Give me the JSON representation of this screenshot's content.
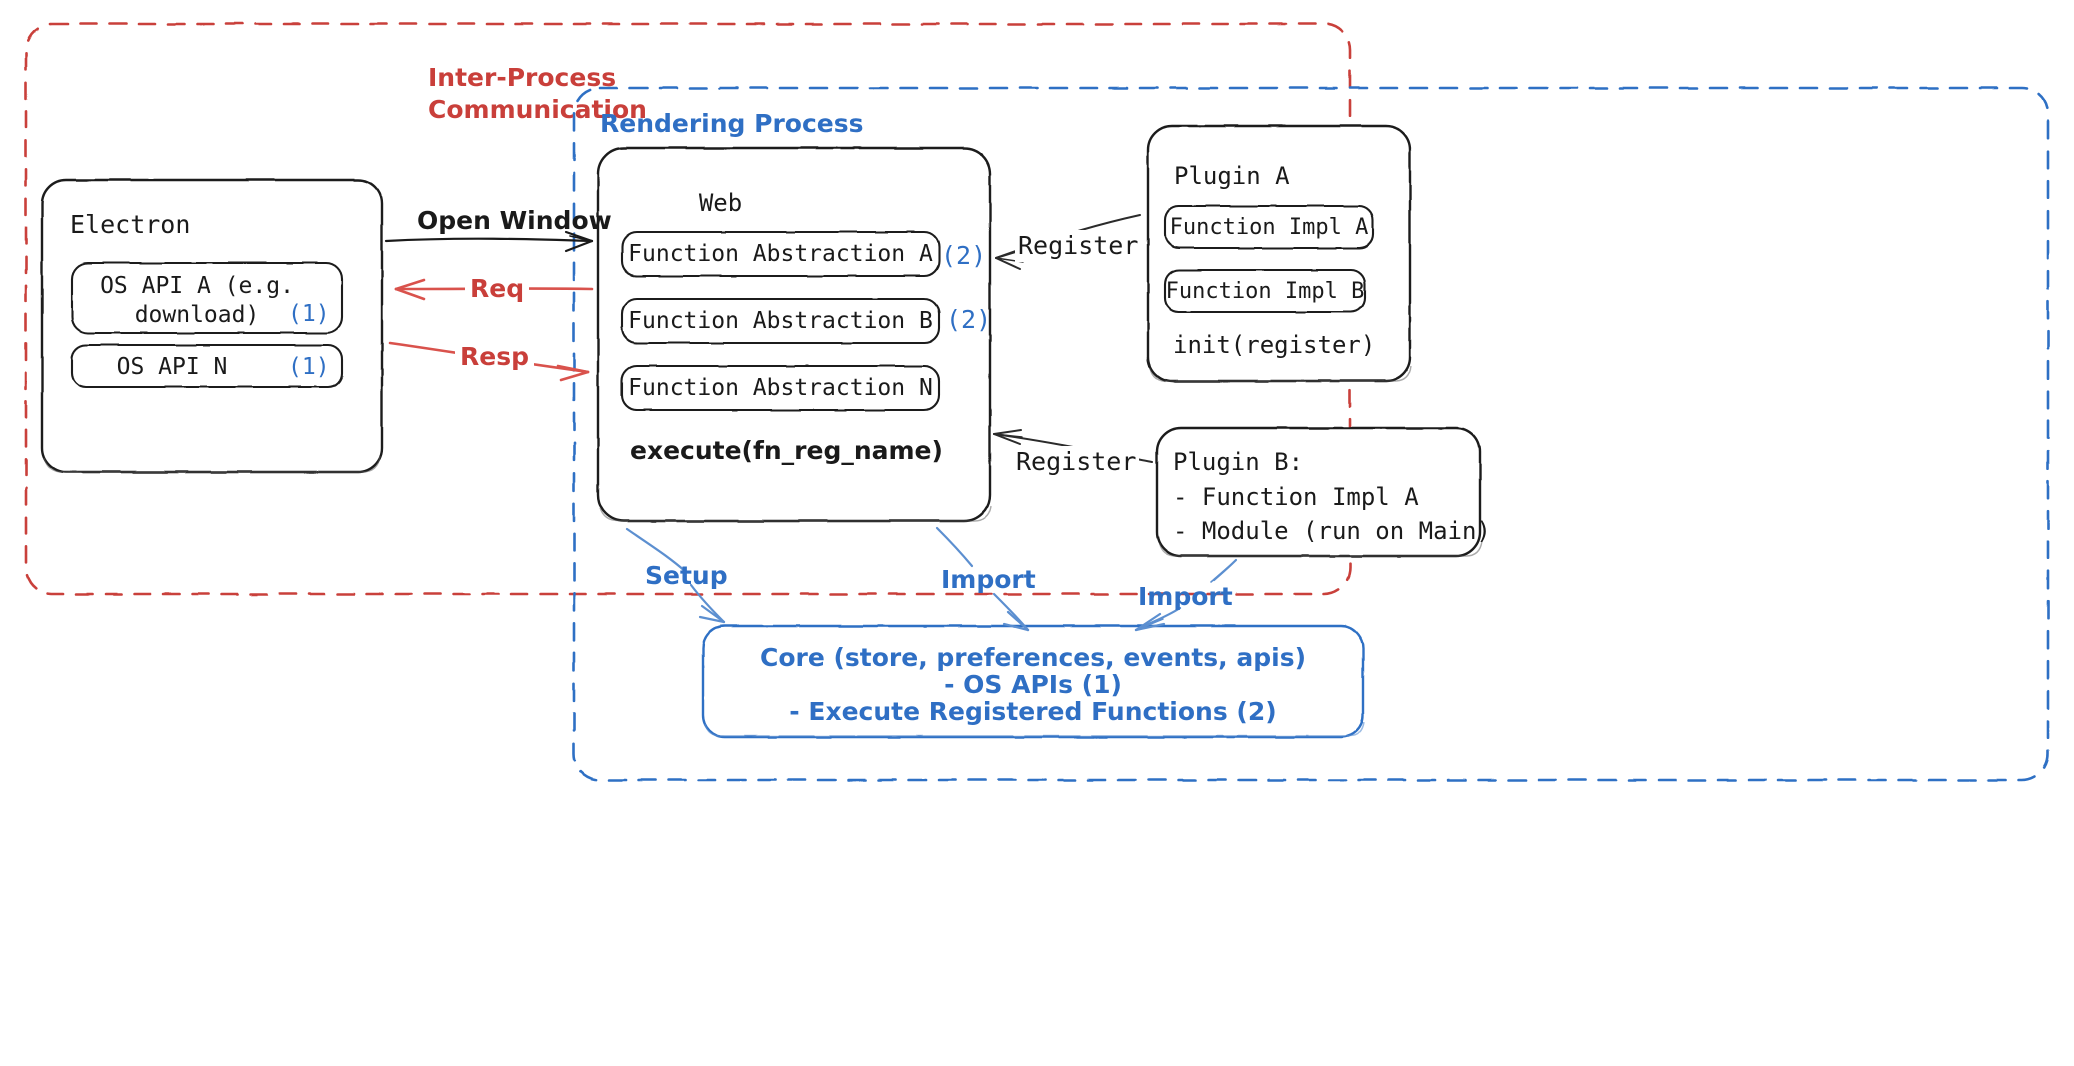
{
  "diagram": {
    "title": "Electron plugin architecture",
    "colors": {
      "ipc_red": "#c93f3a",
      "render_blue": "#2f6fc4",
      "box_black": "#1a1a1a",
      "background": "#ffffff"
    }
  },
  "containers": {
    "ipc": {
      "label_line1": "Inter-Process",
      "label_line2": "Communication",
      "border_color": "#c93f3a",
      "style": "dashed"
    },
    "rendering": {
      "label": "Rendering Process",
      "border_color": "#2f6fc4",
      "style": "dashed"
    }
  },
  "electron": {
    "title": "Electron",
    "apis": [
      {
        "label": "OS API A (e.g.\ndownload)",
        "marker": "(1)"
      },
      {
        "label": "OS API N",
        "marker": "(1)"
      }
    ]
  },
  "web": {
    "title": "Web",
    "abstractions": [
      {
        "label": "Function Abstraction A",
        "marker": "(2)"
      },
      {
        "label": "Function Abstraction B",
        "marker": "(2)"
      },
      {
        "label": "Function Abstraction N",
        "marker": ""
      }
    ],
    "footer": "execute(fn_reg_name)"
  },
  "plugin_a": {
    "title": "Plugin A",
    "functions": [
      {
        "label": "Function Impl A"
      },
      {
        "label": "Function Impl B"
      }
    ],
    "footer": "init(register)"
  },
  "plugin_b": {
    "title": "Plugin B:",
    "lines": [
      "- Function Impl A",
      "- Module (run on Main)"
    ]
  },
  "core": {
    "line1": "Core (store, preferences, events, apis)",
    "line2": "- OS APIs (1)",
    "line3": "- Execute Registered Functions (2)"
  },
  "edges": {
    "open_window": "Open Window",
    "req": "Req",
    "resp": "Resp",
    "register_a": "Register",
    "register_b": "Register",
    "setup": "Setup",
    "import_web": "Import",
    "import_plugin_b": "Import"
  }
}
